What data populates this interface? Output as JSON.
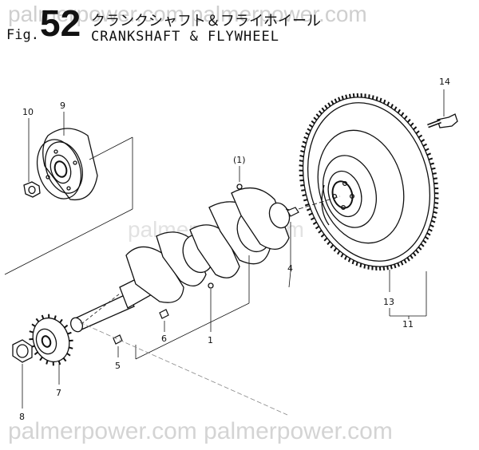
{
  "header": {
    "fig_prefix": "Fig.",
    "fig_number": "52",
    "title_jp": "クランクシャフト＆フライホイール",
    "title_en": "CRANKSHAFT & FLYWHEEL"
  },
  "watermarks": {
    "top": "palmerpower.com palmerpower.com",
    "middle": "palmerpower.com",
    "bottom": "palmerpower.com palmerpower.com"
  },
  "callouts": {
    "c1": "1",
    "c1p": "(1)",
    "c4": "4",
    "c5": "5",
    "c6": "6",
    "c7": "7",
    "c8": "8",
    "c9": "9",
    "c10": "10",
    "c11": "11",
    "c13": "13",
    "c14": "14"
  },
  "colors": {
    "ink": "#111111",
    "watermark": "#d4d4d4"
  }
}
